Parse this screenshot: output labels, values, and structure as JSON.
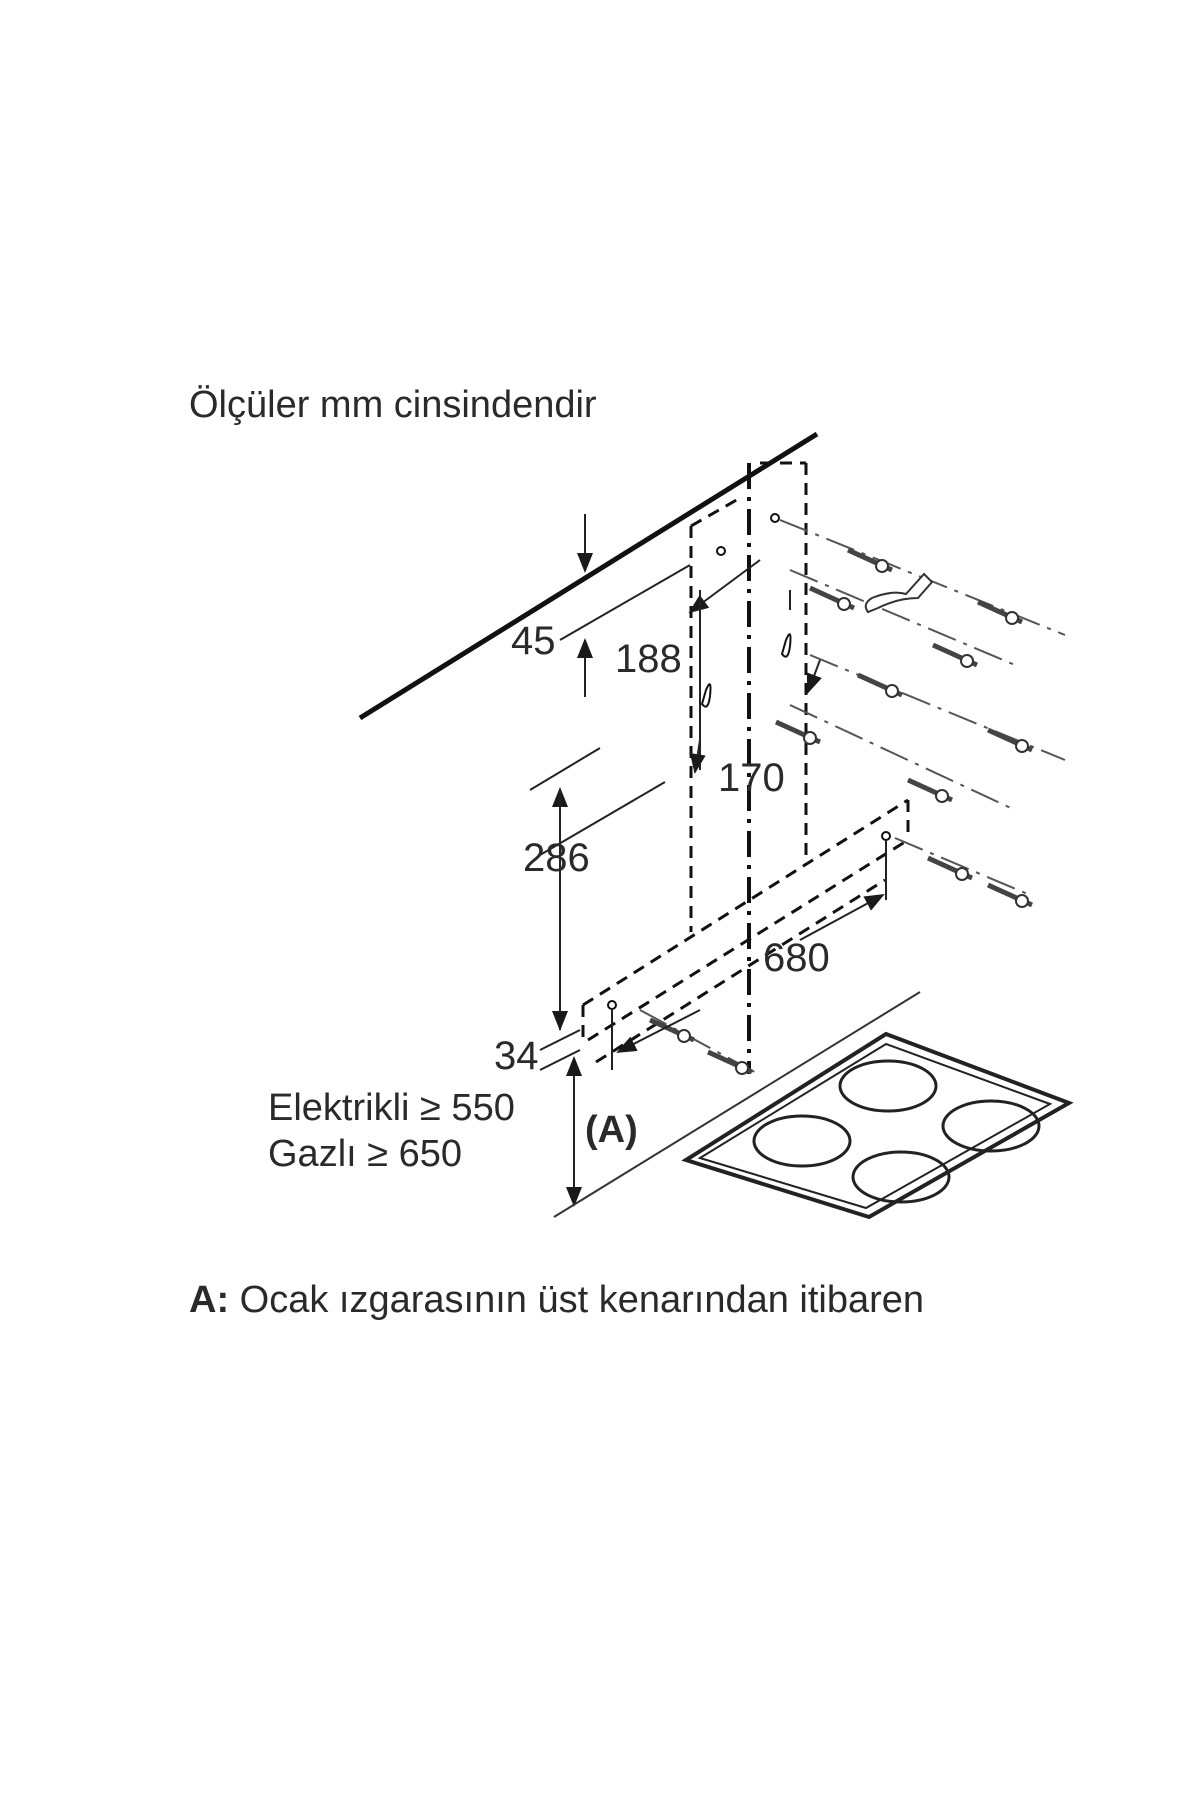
{
  "title": "Ölçüler mm cinsindendir",
  "dimensions": {
    "d45": "45",
    "d188": "188",
    "d170": "170",
    "d286": "286",
    "d680": "680",
    "d34": "34"
  },
  "clearance": {
    "electric": "Elektrikli ≥ 550",
    "gas": "Gazlı ≥ 650",
    "marker": "(A)"
  },
  "caption": {
    "key": "A:",
    "text": " Ocak ızgarasının üst kenarından itibaren"
  },
  "colors": {
    "line": "#1a1a1a",
    "text": "#2a2a2a"
  }
}
